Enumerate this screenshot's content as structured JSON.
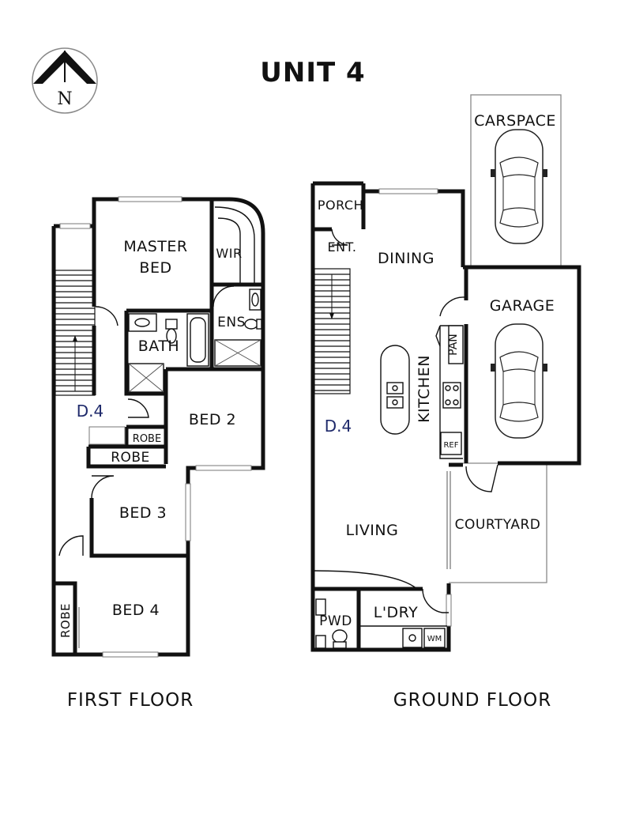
{
  "title": "UNIT 4",
  "compass": {
    "label": "N"
  },
  "first_floor": {
    "label": "FIRST FLOOR",
    "rooms": {
      "master_bed_line1": "MASTER",
      "master_bed_line2": "BED",
      "wir": "WIR",
      "ens": "ENS",
      "bath": "BATH",
      "bed2": "BED 2",
      "robe_small": "ROBE",
      "robe": "ROBE",
      "bed3": "BED 3",
      "bed4": "BED 4",
      "robe_vertical": "ROBE"
    },
    "marker": "D.4"
  },
  "ground_floor": {
    "label": "GROUND FLOOR",
    "rooms": {
      "porch": "PORCH",
      "ent": "ENT.",
      "dining": "DINING",
      "kitchen": "KITCHEN",
      "pan": "PAN",
      "ref": "REF",
      "living": "LIVING",
      "pwd": "PWD",
      "ldry": "L'DRY",
      "wm": "WM",
      "garage": "GARAGE",
      "carspace": "CARSPACE",
      "courtyard": "COURTYARD"
    },
    "marker": "D.4"
  }
}
